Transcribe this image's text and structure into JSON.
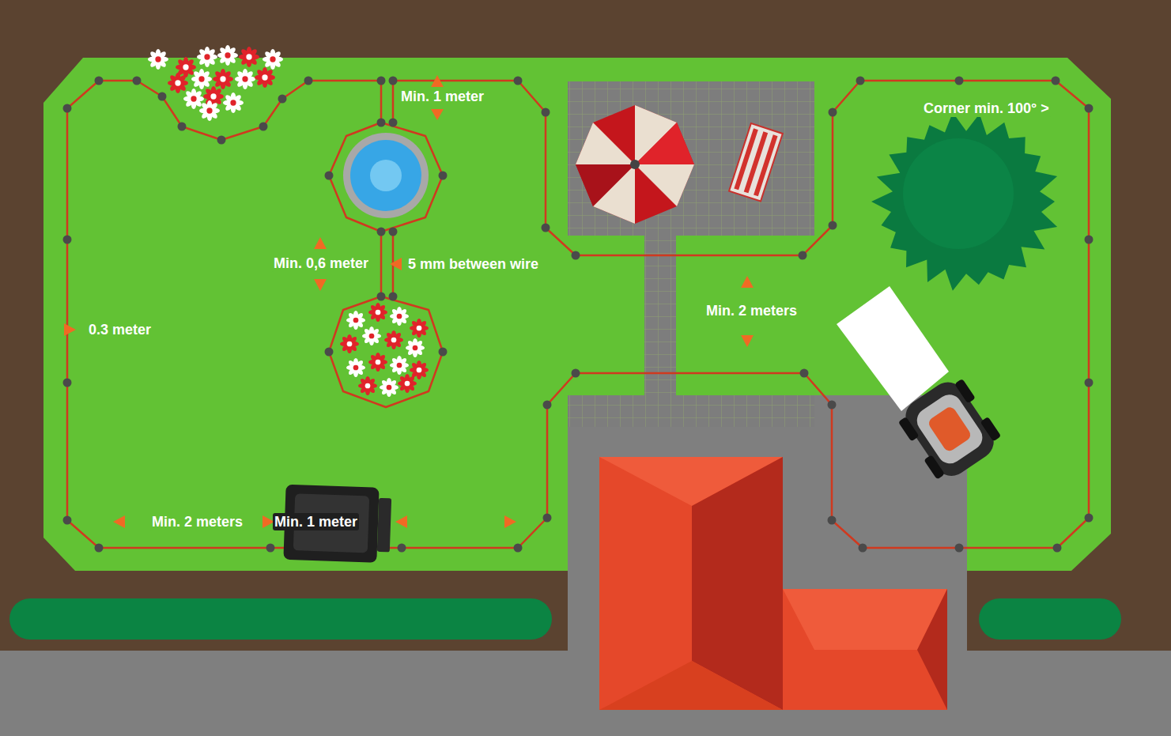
{
  "diagram": {
    "labels": [
      "Min. 1 meter",
      "Corner min. 100° >",
      "Min. 0,6 meter",
      "5 mm between wire",
      "0.3 meter",
      "Min. 2 meters",
      "Min. 2 meters",
      "Min. 1 meter"
    ]
  }
}
